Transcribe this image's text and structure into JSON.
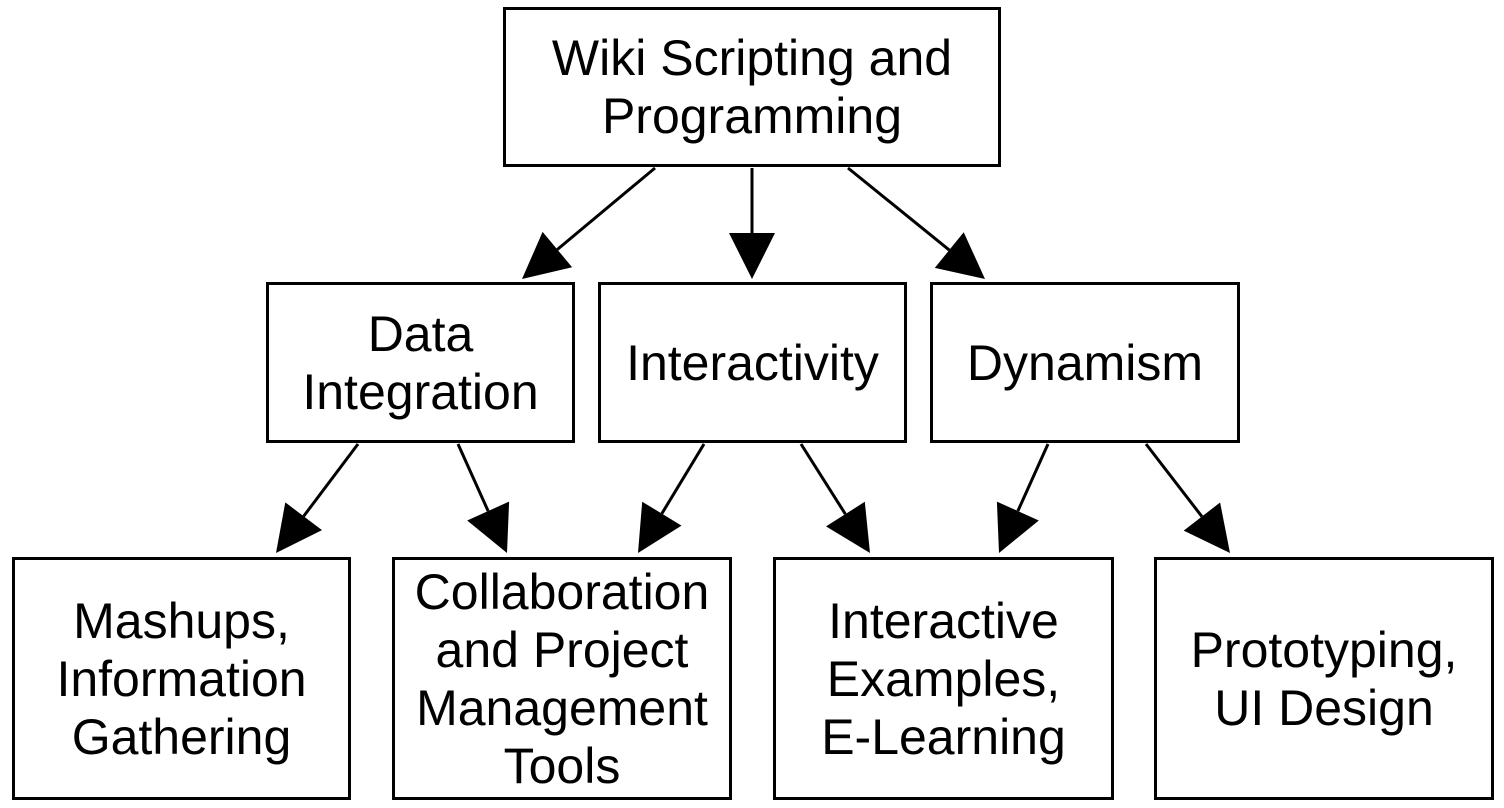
{
  "diagram": {
    "root": "Wiki Scripting and\nProgramming",
    "categories": [
      {
        "id": "data-integration",
        "label": "Data\nIntegration"
      },
      {
        "id": "interactivity",
        "label": "Interactivity"
      },
      {
        "id": "dynamism",
        "label": "Dynamism"
      }
    ],
    "applications": [
      {
        "id": "mashups",
        "label": "Mashups,\nInformation\nGathering"
      },
      {
        "id": "collaboration",
        "label": "Collaboration\nand Project\nManagement\nTools"
      },
      {
        "id": "examples",
        "label": "Interactive\nExamples,\nE-Learning"
      },
      {
        "id": "prototyping",
        "label": "Prototyping,\nUI Design"
      }
    ],
    "edges": [
      {
        "from": "root",
        "to": "data-integration"
      },
      {
        "from": "root",
        "to": "interactivity"
      },
      {
        "from": "root",
        "to": "dynamism"
      },
      {
        "from": "data-integration",
        "to": "mashups"
      },
      {
        "from": "data-integration",
        "to": "collaboration"
      },
      {
        "from": "interactivity",
        "to": "collaboration"
      },
      {
        "from": "interactivity",
        "to": "examples"
      },
      {
        "from": "dynamism",
        "to": "examples"
      },
      {
        "from": "dynamism",
        "to": "prototyping"
      }
    ],
    "colors": {
      "stroke": "#000000",
      "background": "#ffffff"
    }
  }
}
